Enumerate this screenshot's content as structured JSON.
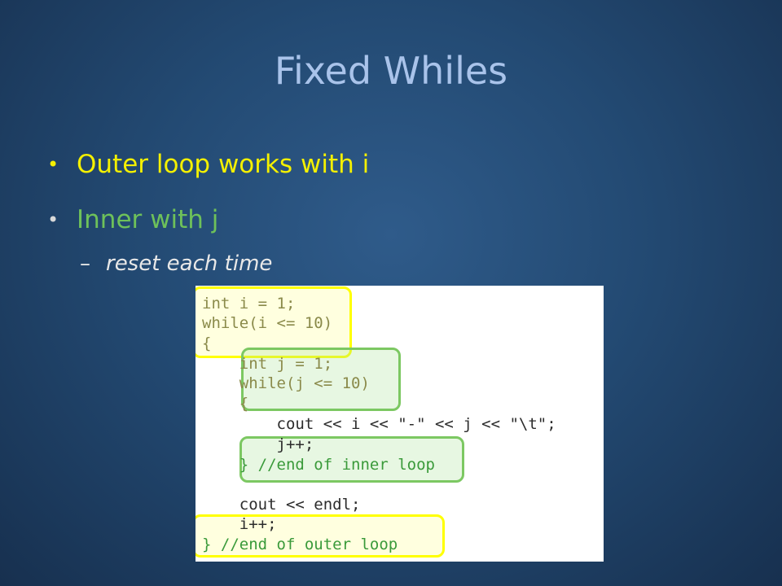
{
  "slide": {
    "title": "Fixed Whiles",
    "bullets": [
      {
        "text": "Outer loop works with i",
        "color": "#f4f000"
      },
      {
        "text": "Inner with j",
        "color": "#6ec15a"
      }
    ],
    "sub_bullet": "reset each time",
    "dash": "–",
    "bullet_glyph": "•"
  },
  "code": {
    "lines": [
      "int i = 1;",
      "while(i <= 10)",
      "{",
      "    int j = 1;",
      "    while(j <= 10)",
      "    {",
      "        cout << i << \"-\" << j << \"\\t\";",
      "        j++;",
      "    } //end of inner loop",
      "",
      "    cout << endl;",
      "    i++;",
      "} //end of outer loop"
    ]
  },
  "colors": {
    "title": "#a9c3ea",
    "highlight_yellow": "#ffff00",
    "highlight_green": "#7cc862",
    "comment": "#3a9a3a",
    "keyword": "#8a8a4a"
  }
}
